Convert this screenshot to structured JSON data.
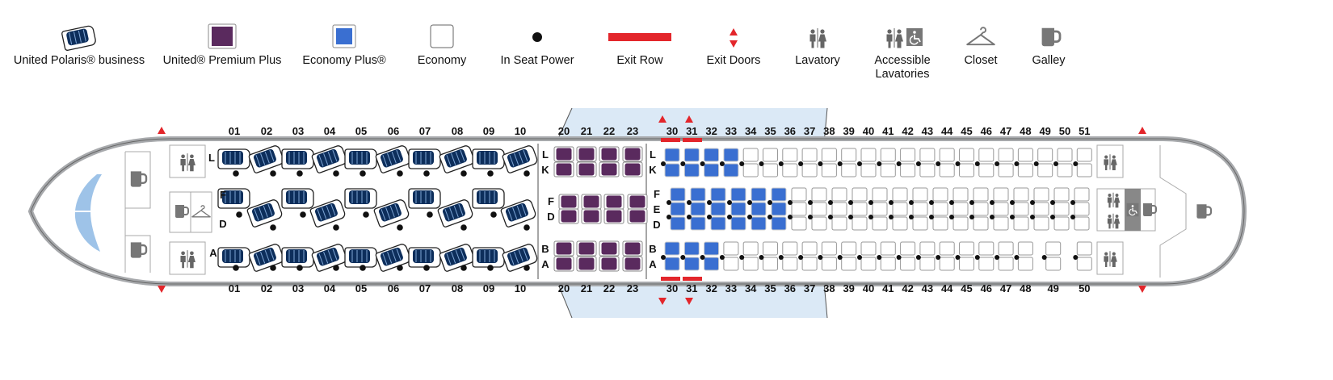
{
  "legend": [
    {
      "key": "polaris",
      "label": "United Polaris® business"
    },
    {
      "key": "premium",
      "label": "United® Premium Plus"
    },
    {
      "key": "eplus",
      "label": "Economy Plus®"
    },
    {
      "key": "economy",
      "label": "Economy"
    },
    {
      "key": "power",
      "label": "In Seat Power"
    },
    {
      "key": "exitrow",
      "label": "Exit Row"
    },
    {
      "key": "exitdoors",
      "label": "Exit Doors"
    },
    {
      "key": "lav",
      "label": "Lavatory"
    },
    {
      "key": "acclav",
      "label": "Accessible Lavatories"
    },
    {
      "key": "closet",
      "label": "Closet"
    },
    {
      "key": "galley",
      "label": "Galley"
    }
  ],
  "colors": {
    "polaris": "#0d2e5b",
    "premium": "#5a2a5e",
    "eplus": "#3a6fd1",
    "economy": "#ffffff",
    "exit": "#e3262b",
    "fuselage": "#a7a9ac",
    "wing": "#dbe9f6"
  },
  "seat_map": {
    "polaris_rows": [
      "01",
      "02",
      "03",
      "04",
      "05",
      "06",
      "07",
      "08",
      "09",
      "10"
    ],
    "premium_rows": [
      "20",
      "21",
      "22",
      "23"
    ],
    "economy_rows_top": [
      "30",
      "31",
      "32",
      "33",
      "34",
      "35",
      "36",
      "37",
      "38",
      "39",
      "40",
      "41",
      "42",
      "43",
      "44",
      "45",
      "46",
      "47",
      "48",
      "49",
      "50",
      "51"
    ],
    "economy_rows_bottom": [
      "30",
      "31",
      "32",
      "33",
      "34",
      "35",
      "36",
      "37",
      "38",
      "39",
      "40",
      "41",
      "42",
      "43",
      "44",
      "45",
      "46",
      "47",
      "48",
      "49",
      "50"
    ],
    "exit_rows": [
      "30",
      "31"
    ],
    "economy_plus_rows": {
      "L_K": [
        "30",
        "31",
        "32",
        "33"
      ],
      "F_E_D": [
        "30",
        "31",
        "32",
        "33",
        "34",
        "35"
      ],
      "B_A": [
        "30",
        "31",
        "32"
      ]
    },
    "polaris_letters": [
      "L",
      "F",
      "D",
      "A"
    ],
    "premium_letters": [
      "L",
      "K",
      "F",
      "D",
      "B",
      "A"
    ],
    "economy_letters": [
      "L",
      "K",
      "F",
      "E",
      "D",
      "B",
      "A"
    ]
  }
}
